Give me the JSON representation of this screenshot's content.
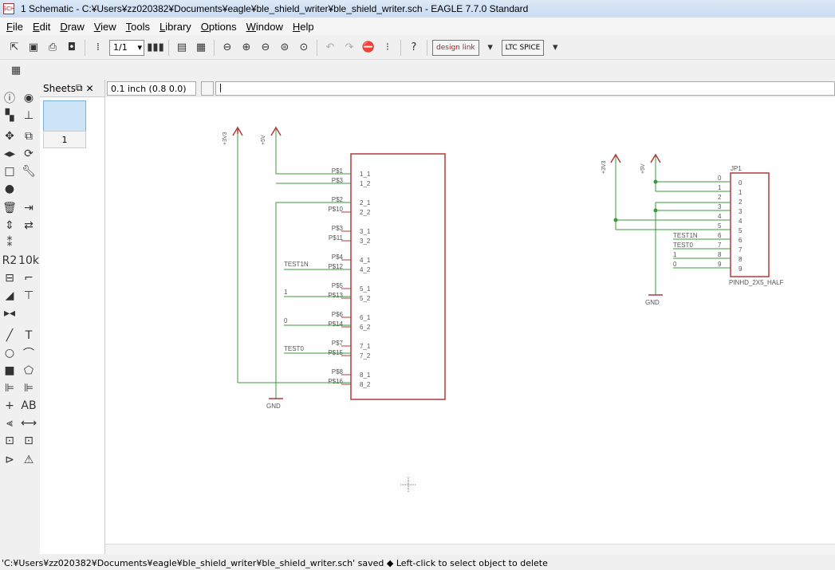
{
  "window": {
    "title": "1 Schematic - C:¥Users¥zz020382¥Documents¥eagle¥ble_shield_writer¥ble_shield_writer.sch - EAGLE 7.7.0 Standard",
    "app_icon_text": "SCH"
  },
  "menu": [
    {
      "label": "File",
      "key": "F",
      "rest": "ile"
    },
    {
      "label": "Edit",
      "key": "E",
      "rest": "dit"
    },
    {
      "label": "Draw",
      "key": "D",
      "rest": "raw"
    },
    {
      "label": "View",
      "key": "V",
      "rest": "iew"
    },
    {
      "label": "Tools",
      "key": "T",
      "rest": "ools"
    },
    {
      "label": "Library",
      "key": "L",
      "rest": "ibrary"
    },
    {
      "label": "Options",
      "key": "O",
      "rest": "ptions"
    },
    {
      "label": "Window",
      "key": "W",
      "rest": "indow"
    },
    {
      "label": "Help",
      "key": "H",
      "rest": "elp"
    }
  ],
  "toolbar": {
    "page_select": "1/1",
    "designlink_label": "design link",
    "ltspice_label": "LTC SPICE"
  },
  "sheets": {
    "title": "Sheets",
    "sheet_number": "1"
  },
  "coord_display": "0.1 inch (0.8 0.0)",
  "command_text": "|",
  "status_text": "'C:¥Users¥zz020382¥Documents¥eagle¥ble_shield_writer¥ble_shield_writer.sch' saved   ◆ Left-click to select object to delete",
  "schematic": {
    "supply_left_3v3": "+3V3",
    "supply_left_5v": "+5V",
    "gnd_left": "GND",
    "supply_right_3v3": "+3V3",
    "supply_right_5v": "+5V",
    "gnd_right": "GND",
    "net_test1n_left": "TEST1N",
    "net_1_left": "1",
    "net_0_left": "0",
    "net_test0_left": "TEST0",
    "net_test1n_right": "TEST1N",
    "net_test0_right": "TEST0",
    "net_1_right": "1",
    "net_0_right": "0",
    "jp_name": "JP1",
    "jp_value": "PINHD_2X5_HALF",
    "pin_rows": [
      {
        "a": "P$1",
        "b": "P$3",
        "p1": "1_1",
        "p2": "1_2"
      },
      {
        "a": "P$2",
        "b": "P$10",
        "p1": "2_1",
        "p2": "2_2"
      },
      {
        "a": "P$3",
        "b": "P$11",
        "p1": "3_1",
        "p2": "3_2"
      },
      {
        "a": "P$4",
        "b": "P$12",
        "p1": "4_1",
        "p2": "4_2"
      },
      {
        "a": "P$5",
        "b": "P$13",
        "p1": "5_1",
        "p2": "5_2"
      },
      {
        "a": "P$6",
        "b": "P$14",
        "p1": "6_1",
        "p2": "6_2"
      },
      {
        "a": "P$7",
        "b": "P$15",
        "p1": "7_1",
        "p2": "7_2"
      },
      {
        "a": "P$8",
        "b": "P$16",
        "p1": "8_1",
        "p2": "8_2"
      }
    ],
    "jp_outer": [
      "0",
      "1",
      "2",
      "3",
      "4",
      "5",
      "6",
      "7",
      "8",
      "9"
    ],
    "jp_inner": [
      "0",
      "1",
      "2",
      "3",
      "4",
      "5",
      "6",
      "7",
      "8",
      "9"
    ]
  },
  "colors": {
    "wire": "#3a9a3a",
    "part": "#b23a3a",
    "text": "#555555"
  }
}
